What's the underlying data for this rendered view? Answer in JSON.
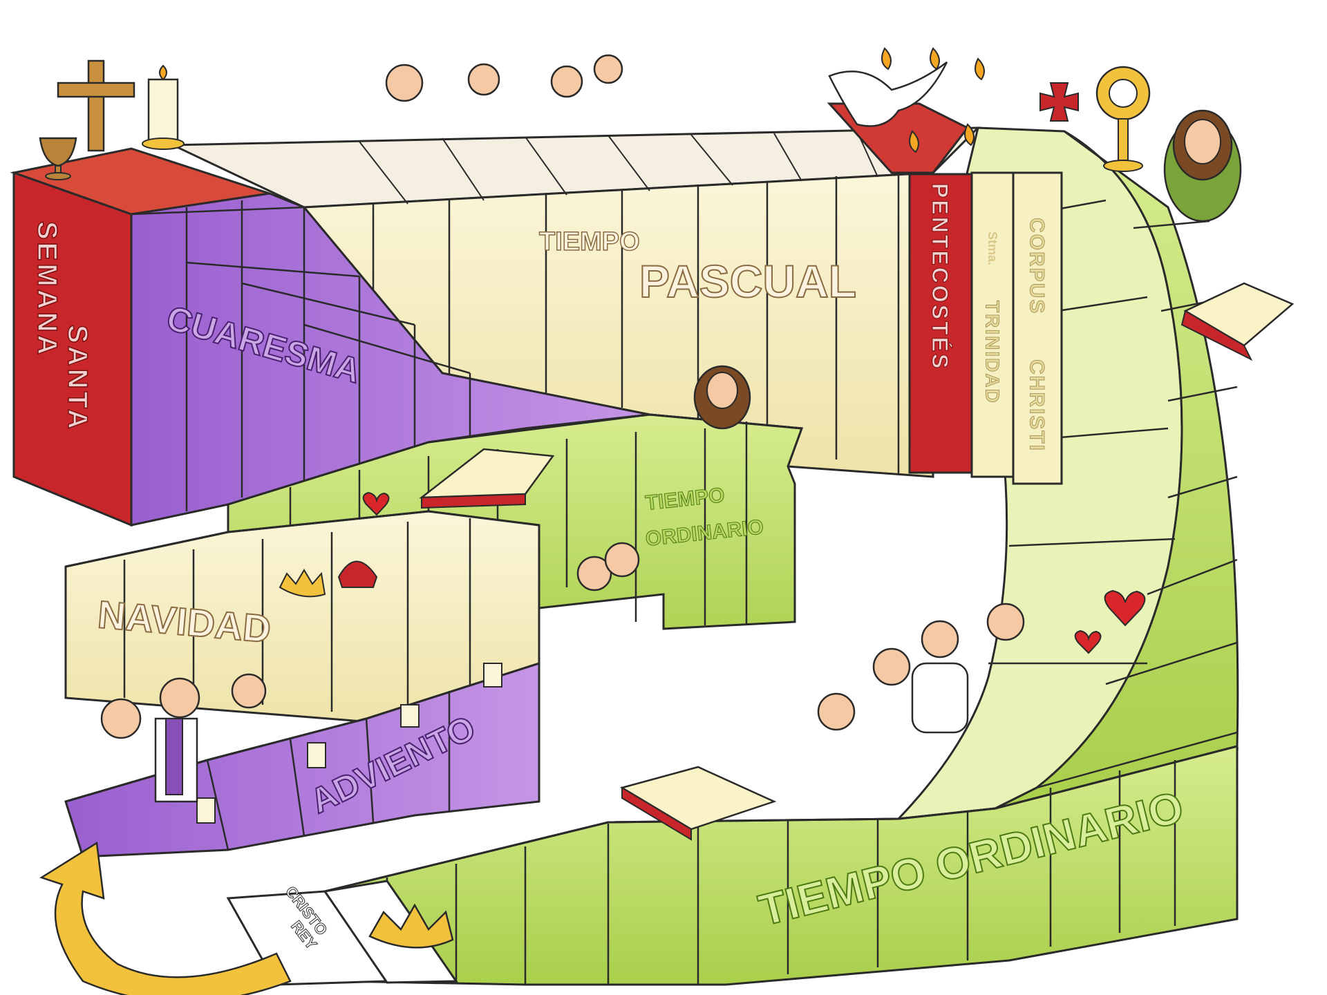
{
  "diagram": {
    "seasons": {
      "semana_santa_line1": "SEMANA",
      "semana_santa_line2": "SANTA",
      "cuaresma": "CUARESMA",
      "tiempo_pascual_line1": "TIEMPO",
      "tiempo_pascual_line2": "PASCUAL",
      "pentecostes": "PENTECOSTÉS",
      "santisima": "Stma.",
      "trinidad": "TRINIDAD",
      "corpus_line1": "CORPUS",
      "corpus_line2": "CHRISTI",
      "tiempo_ordinario_small_line1": "TIEMPO",
      "tiempo_ordinario_small_line2": "ORDINARIO",
      "navidad": "NAVIDAD",
      "adviento": "ADVIENTO",
      "tiempo_ordinario_large": "TIEMPO ORDINARIO",
      "cristo_rey_line1": "CRISTO",
      "cristo_rey_line2": "REY"
    },
    "colors": {
      "red": "#c8262a",
      "purple": "#a368cc",
      "cream": "#f7f0c2",
      "green": "#c3e06c",
      "green_text": "#9bc43a",
      "purple_text": "#8a4fb8",
      "cream_text": "#e6d89a"
    },
    "icons": [
      "cross-icon",
      "chalice-icon",
      "candle-icon",
      "dove-icon",
      "flame-icon",
      "monstrance-icon",
      "book-icon",
      "crown-icon",
      "heart-icon",
      "jesus-figure",
      "arrow-icon",
      "people-group"
    ]
  }
}
